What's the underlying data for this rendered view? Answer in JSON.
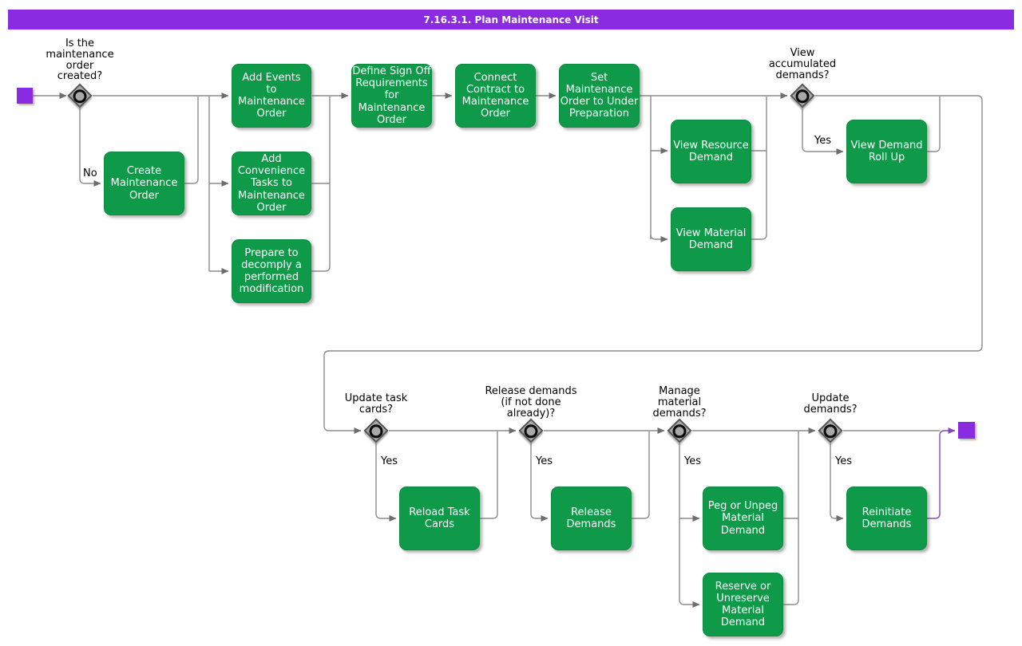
{
  "title": "7.16.3.1. Plan Maintenance Visit",
  "colors": {
    "accent_purple": "#8A2BE2",
    "activity_green": "#0f9a49",
    "connector_gray": "#8c8c8c",
    "connector_purple": "#8646b8",
    "decision_gray": "#a8a8a8"
  },
  "activities": [
    {
      "id": "add-events",
      "label": "Add Events\nto\nMaintenance\nOrder"
    },
    {
      "id": "add-convenience",
      "label": "Add Convenience\nTasks to\nMaintenance\nOrder"
    },
    {
      "id": "prepare-decomply",
      "label": "Prepare to\ndecomply a\nperformed\nmodification"
    },
    {
      "id": "define-signoff",
      "label": "Define Sign Off\nRequirements for\nMaintenance\nOrder"
    },
    {
      "id": "connect-contract",
      "label": "Connect\nContract to\nMaintenance\nOrder"
    },
    {
      "id": "set-under-preparation",
      "label": "Set Maintenance\nOrder to Under\nPreparation"
    },
    {
      "id": "view-resource-demand",
      "label": "View Resource\nDemand"
    },
    {
      "id": "view-material-demand",
      "label": "View Material\nDemand"
    },
    {
      "id": "view-demand-rollup",
      "label": "View Demand\nRoll Up"
    },
    {
      "id": "create-maintenance-order",
      "label": "Create\nMaintenance\nOrder"
    },
    {
      "id": "reload-task-cards",
      "label": "Reload Task\nCards"
    },
    {
      "id": "release-demands",
      "label": "Release\nDemands"
    },
    {
      "id": "peg-unpeg-material",
      "label": "Peg or Unpeg\nMaterial Demand"
    },
    {
      "id": "reserve-unreserve-material",
      "label": "Reserve or\nUnreserve\nMaterial Demand"
    },
    {
      "id": "reinitiate-demands",
      "label": "Reinitiate\nDemands"
    }
  ],
  "decisions": [
    {
      "id": "order-created",
      "label": "Is the\nmaintenance\norder\ncreated?"
    },
    {
      "id": "view-accumulated",
      "label": "View\naccumulated\ndemands?"
    },
    {
      "id": "update-task-cards",
      "label": "Update task\ncards?"
    },
    {
      "id": "release-demands-q",
      "label": "Release demands\n(if not done\nalready)?"
    },
    {
      "id": "manage-material",
      "label": "Manage\nmaterial\ndemands?"
    },
    {
      "id": "update-demands",
      "label": "Update\ndemands?"
    }
  ],
  "labels": {
    "yes": "Yes",
    "no": "No"
  }
}
